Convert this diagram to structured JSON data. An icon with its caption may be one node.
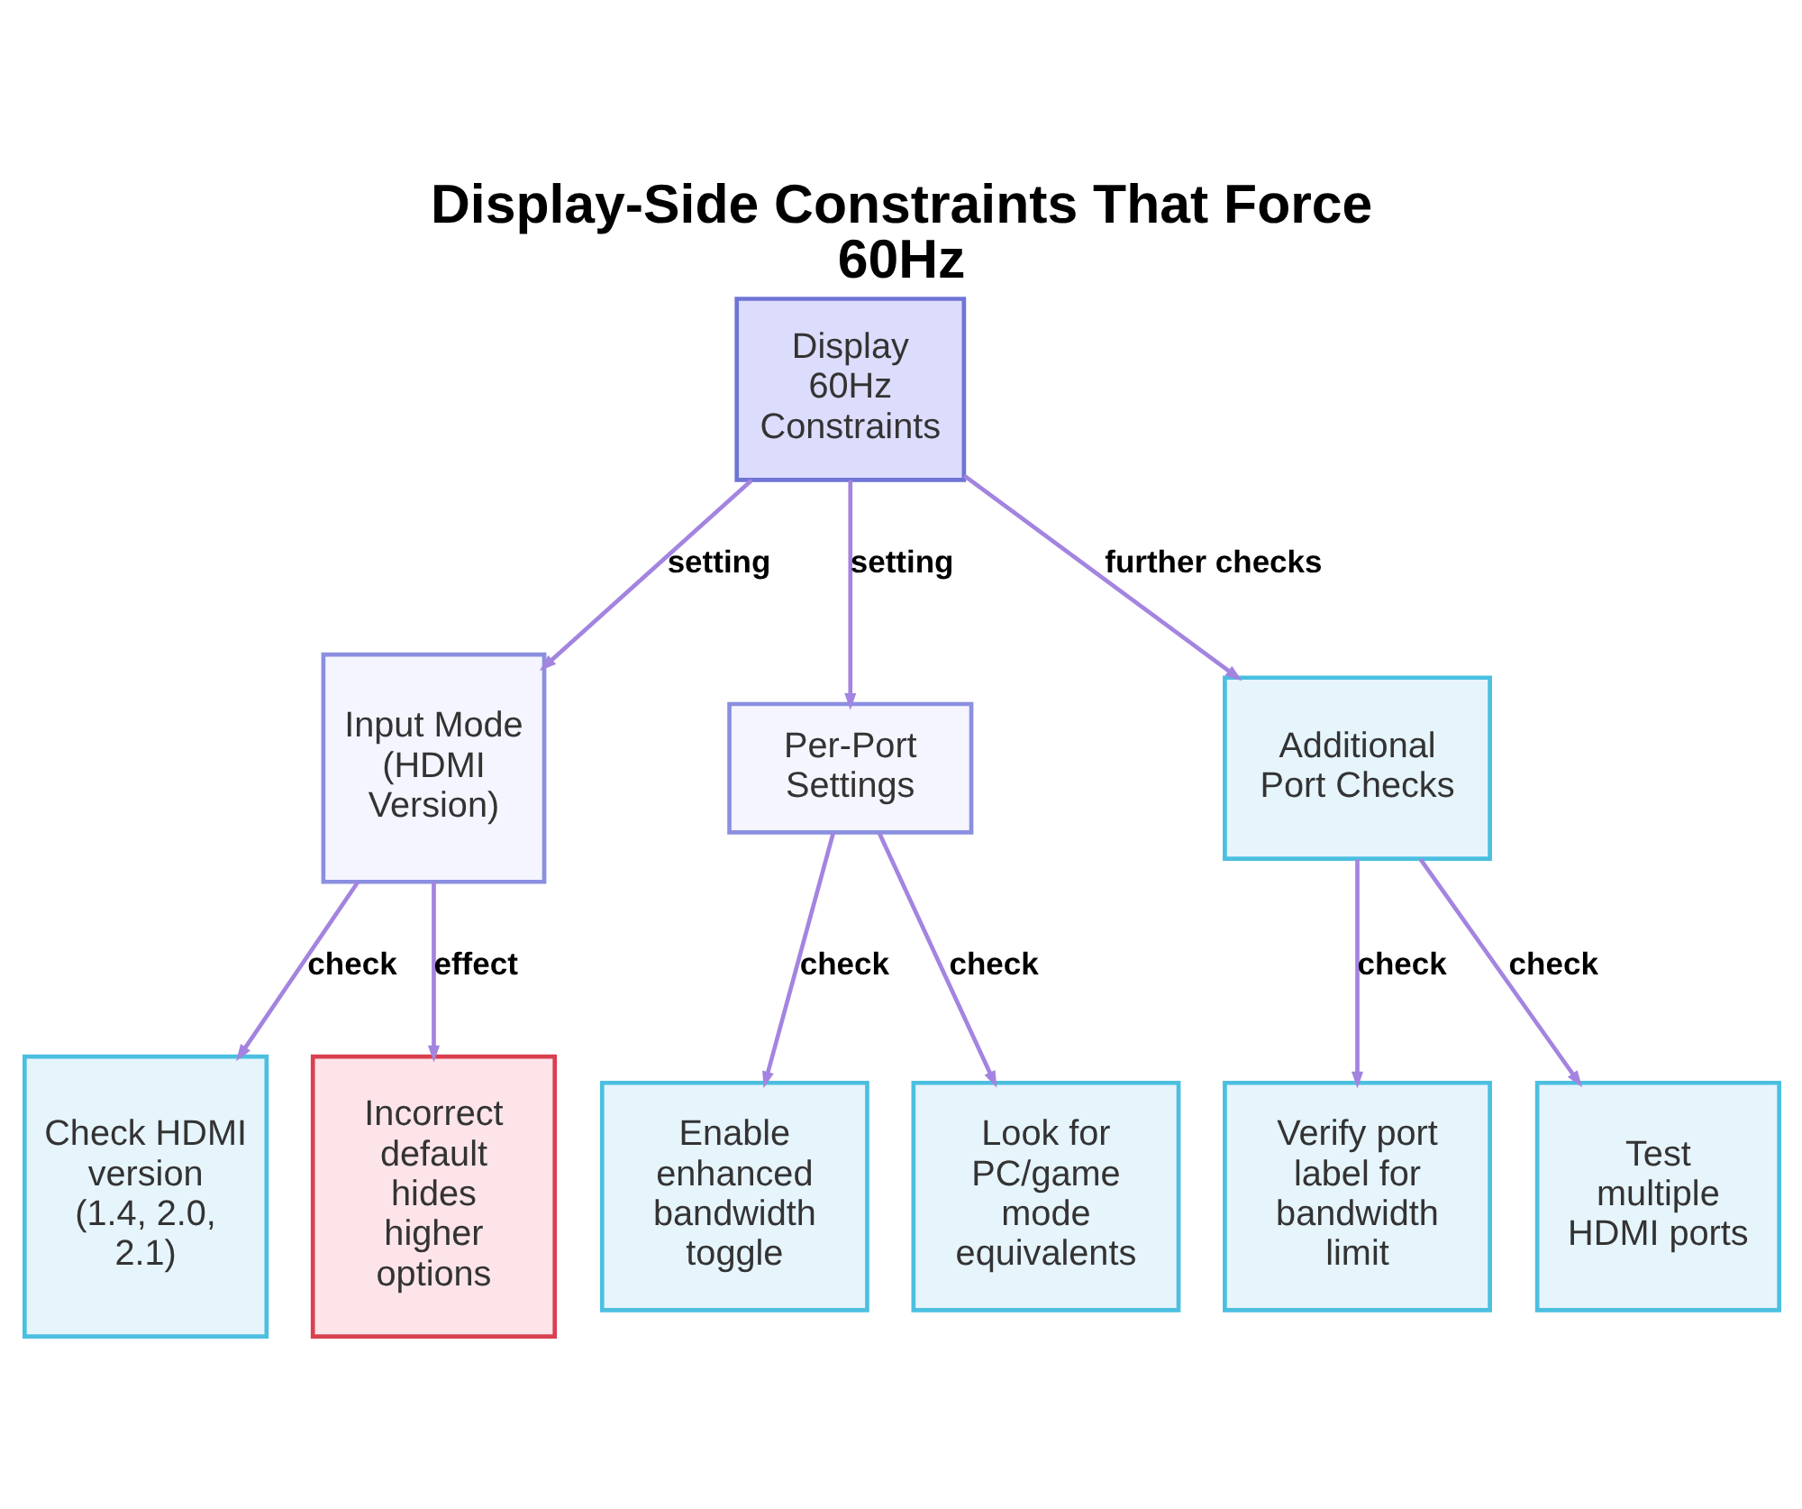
{
  "diagram": {
    "title": "Display-Side Constraints That Force 60Hz",
    "nodes": [
      {
        "text": [
          "Display 60Hz Constraints"
        ]
      },
      {
        "text": [
          "Input Mode (HDMI Version)"
        ]
      },
      {
        "text": [
          "Per-Port Settings"
        ]
      },
      {
        "text": [
          "Additional Port Checks"
        ]
      },
      {
        "text": [
          "Check HDMI version (1.4, 2.0, 2.1)"
        ]
      },
      {
        "text": [
          "Incorrect default hides higher options"
        ]
      },
      {
        "text": [
          "Enable enhanced bandwidth toggle"
        ]
      },
      {
        "text": [
          "Look for PC/game mode equivalents"
        ]
      },
      {
        "text": [
          "Verify port label for bandwidth limit"
        ]
      },
      {
        "text": [
          "Test multiple HDMI ports"
        ]
      }
    ],
    "edges": [
      {
        "from": 0,
        "to": 1,
        "arrow": "to",
        "label": "setting"
      },
      {
        "from": 0,
        "to": 2,
        "arrow": "to",
        "label": "setting"
      },
      {
        "from": 0,
        "to": 3,
        "arrow": "to",
        "label": "further checks"
      },
      {
        "from": 1,
        "to": 4,
        "arrow": "to",
        "label": "check"
      },
      {
        "from": 1,
        "to": 5,
        "arrow": "to",
        "label": "effect"
      },
      {
        "from": 2,
        "to": 6,
        "arrow": "to",
        "label": "check"
      },
      {
        "from": 2,
        "to": 7,
        "arrow": "to",
        "label": "check"
      },
      {
        "from": 3,
        "to": 8,
        "arrow": "to",
        "label": "check"
      },
      {
        "from": 3,
        "to": 9,
        "arrow": "to",
        "label": "check"
      }
    ]
  }
}
